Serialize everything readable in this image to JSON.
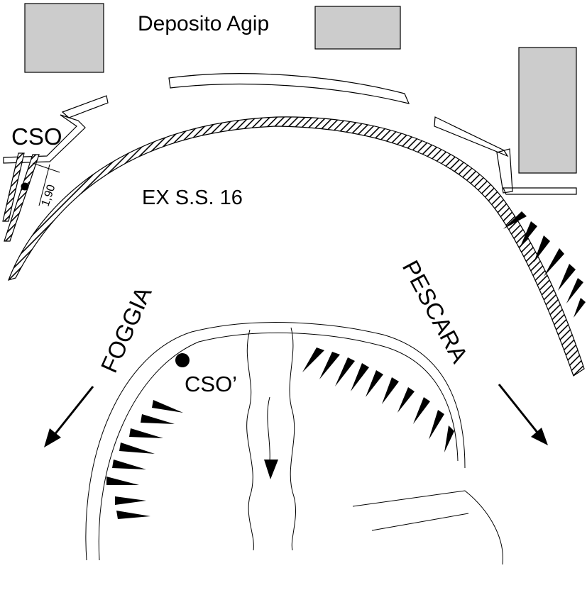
{
  "labels": {
    "deposit": "Deposito Agip",
    "cso": "CSO",
    "cso_prime": "CSO’",
    "road": "EX S.S. 16",
    "dimension": "1,90",
    "foggia": "FOGGIA",
    "pescara": "PESCARA"
  },
  "colors": {
    "building_fill": "#cccccc",
    "ink": "#000000",
    "background": "#ffffff"
  },
  "icons": {
    "direction_arrow": "arrow-icon",
    "slope_marks": "slope-triangle-icon",
    "point_marker": "filled-circle-icon"
  }
}
